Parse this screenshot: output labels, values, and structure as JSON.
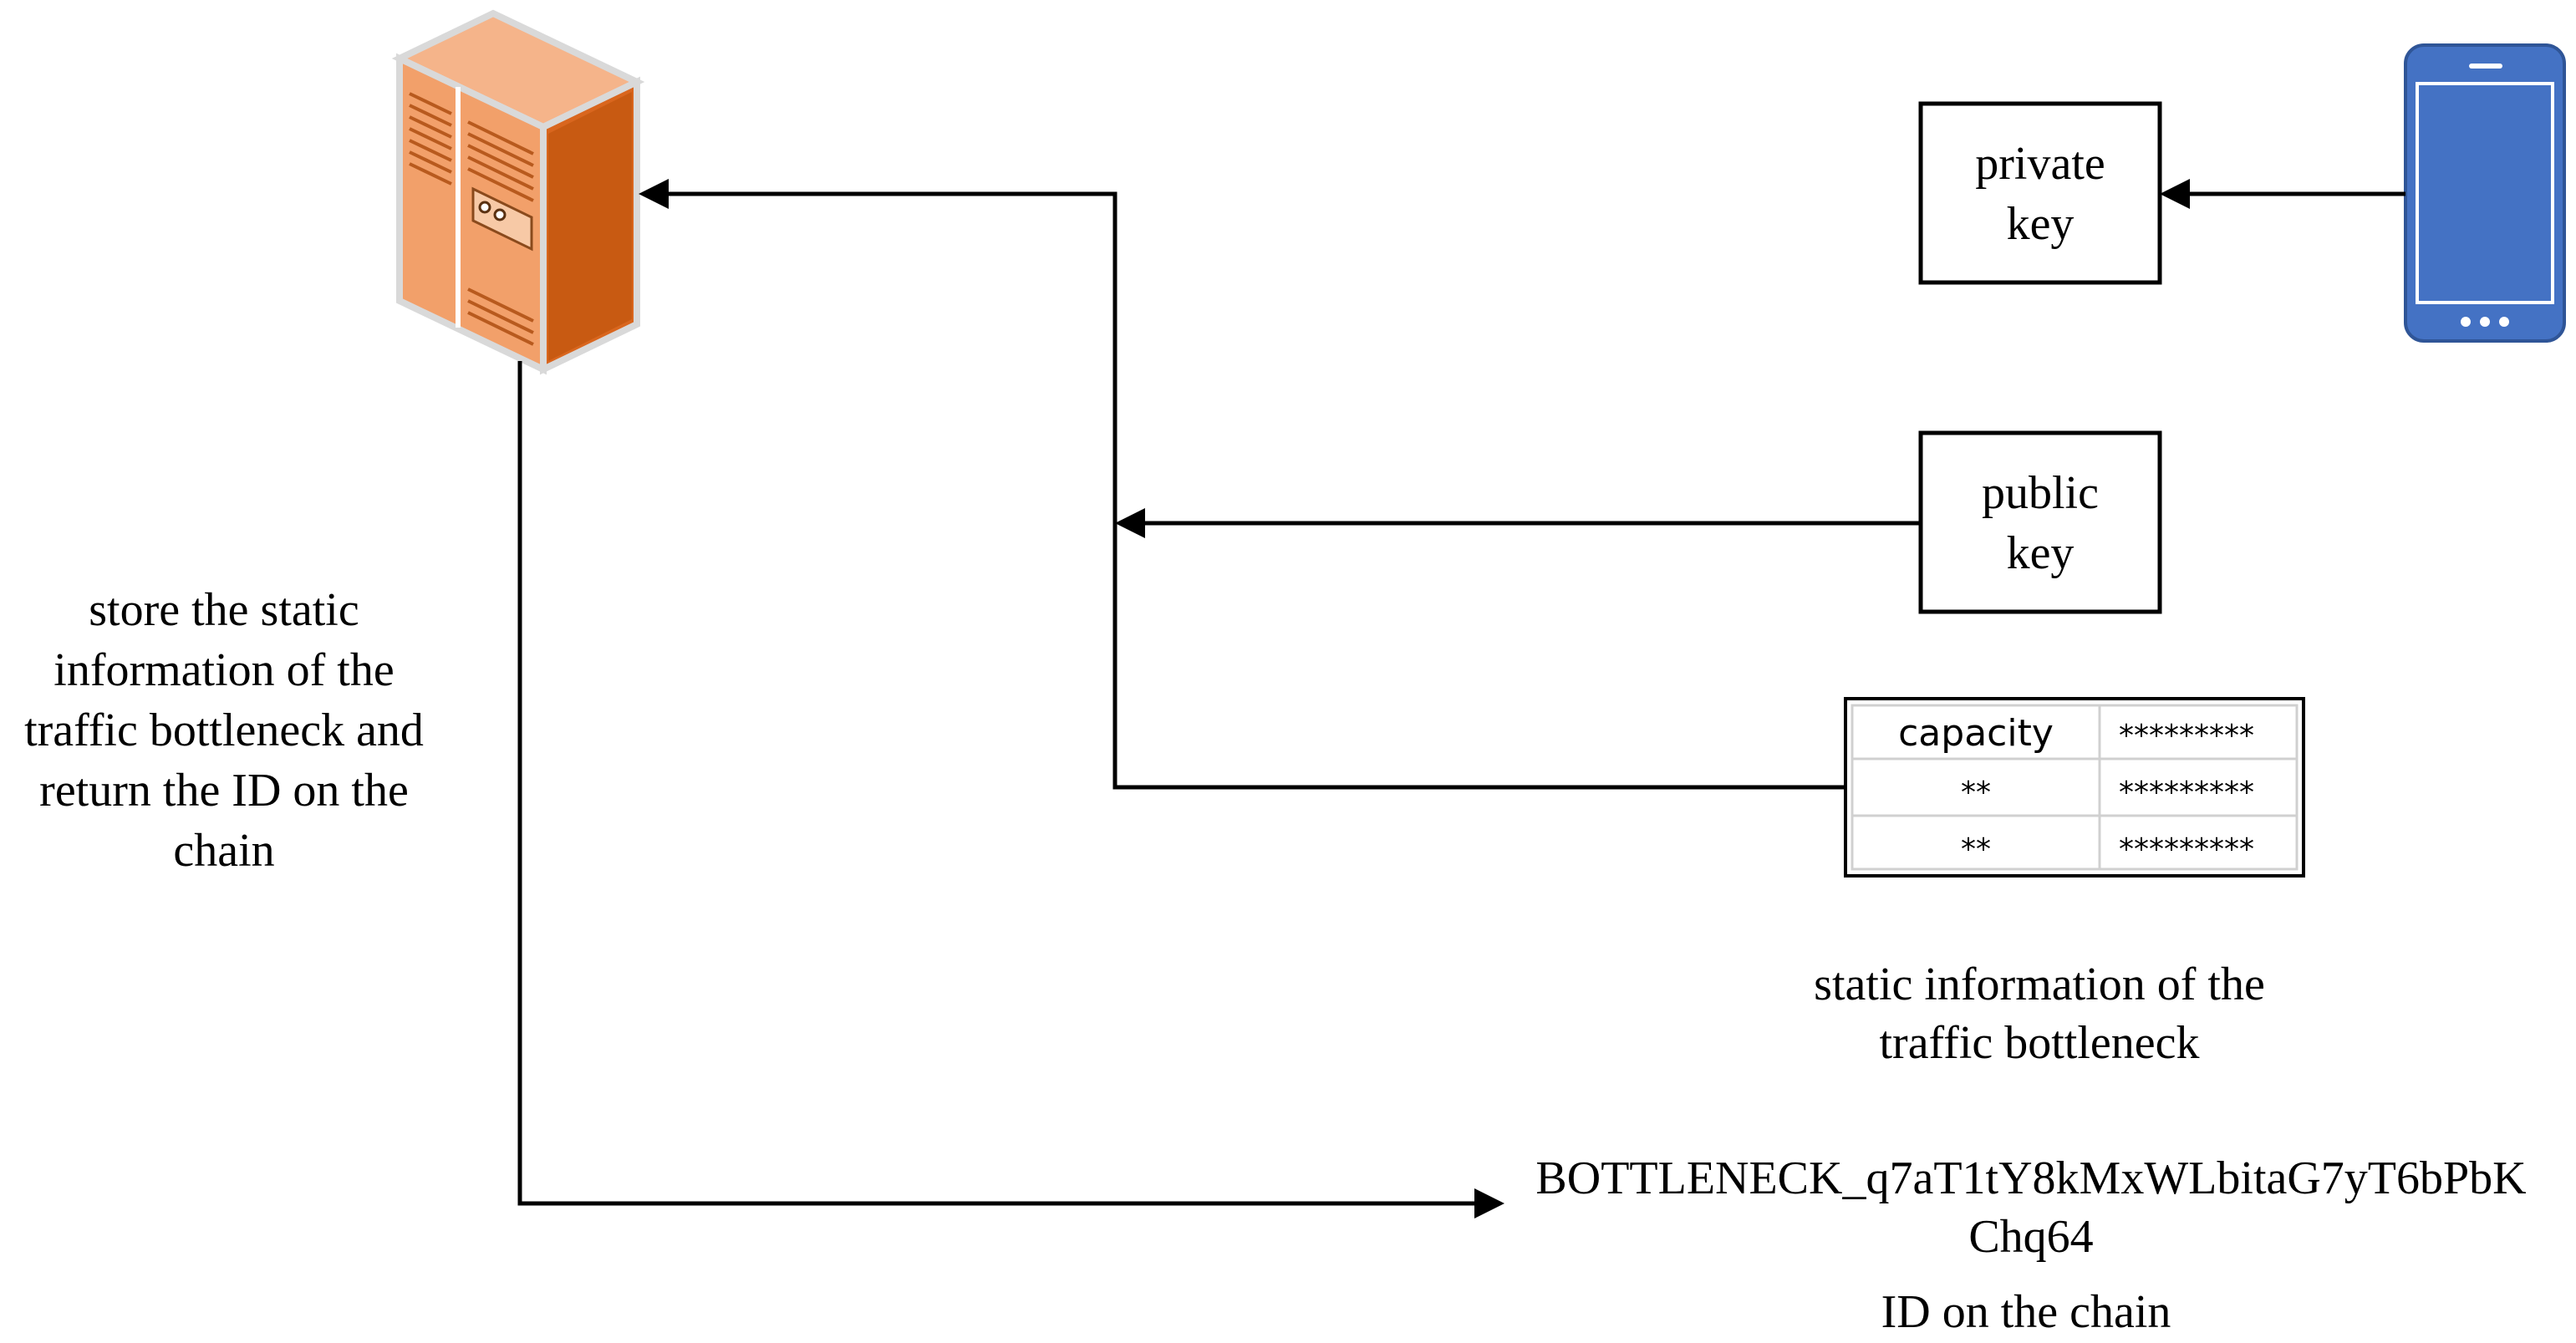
{
  "colors": {
    "server_light": "#F2A06A",
    "server_mid": "#F08A45",
    "server_dark": "#C85A12",
    "server_top": "#F5B48A",
    "phone_body": "#4472C4",
    "phone_screen": "#4472C4",
    "phone_border": "#FFFFFF",
    "line": "#000000"
  },
  "labels": {
    "private_key": [
      "private",
      "key"
    ],
    "public_key": [
      "public",
      "key"
    ],
    "store_caption": [
      "store the static",
      "information of the",
      "traffic bottleneck and",
      "return the ID on the",
      "chain"
    ],
    "static_caption": [
      "static information of the",
      "traffic bottleneck"
    ],
    "chain_id": [
      "BOTTLENECK_q7aT1tY8kMxWLbitaG7yT6bPbK",
      "Chq64"
    ],
    "id_caption": "ID on the chain"
  },
  "table": {
    "rows": [
      [
        "capacity",
        "*********"
      ],
      [
        "**",
        "*********"
      ],
      [
        "**",
        "*********"
      ]
    ]
  },
  "icons": {
    "server": "server-icon",
    "phone": "smartphone-icon"
  }
}
